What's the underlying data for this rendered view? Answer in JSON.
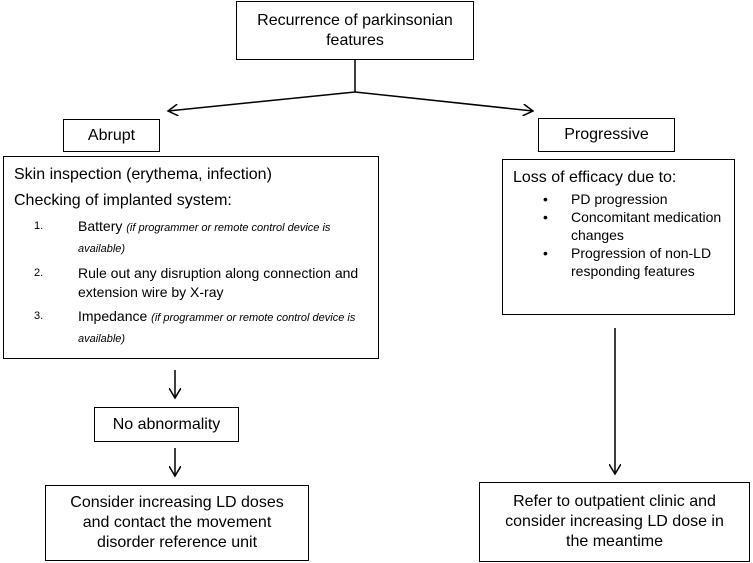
{
  "top": {
    "line1": "Recurrence of parkinsonian",
    "line2": "features"
  },
  "abrupt": {
    "label": "Abrupt"
  },
  "progressive": {
    "label": "Progressive"
  },
  "abrupt_box": {
    "line1": "Skin inspection (erythema, infection)",
    "line2": "Checking of implanted system:",
    "items": [
      {
        "num": "1.",
        "main": "Battery ",
        "note": "(if programmer or remote control device is available)"
      },
      {
        "num": "2.",
        "main": "Rule out any disruption along connection and extension wire by X-ray",
        "note": ""
      },
      {
        "num": "3.",
        "main": "Impedance ",
        "note": "(if programmer or remote control device is available)"
      }
    ]
  },
  "progressive_box": {
    "title": "Loss of efficacy due to:",
    "bullets": [
      {
        "dot": "•",
        "text": "PD progression"
      },
      {
        "dot": "•",
        "text": "Concomitant medication changes"
      },
      {
        "dot": "•",
        "text": "Progression of non-LD responding features"
      }
    ]
  },
  "no_abnormality": {
    "label": "No abnormality"
  },
  "consider_ld": {
    "line1": "Consider increasing LD doses",
    "line2": "and contact the movement",
    "line3": "disorder reference unit"
  },
  "refer": {
    "line1": "Refer to outpatient clinic and",
    "line2": "consider increasing LD dose in",
    "line3": "the meantime"
  }
}
